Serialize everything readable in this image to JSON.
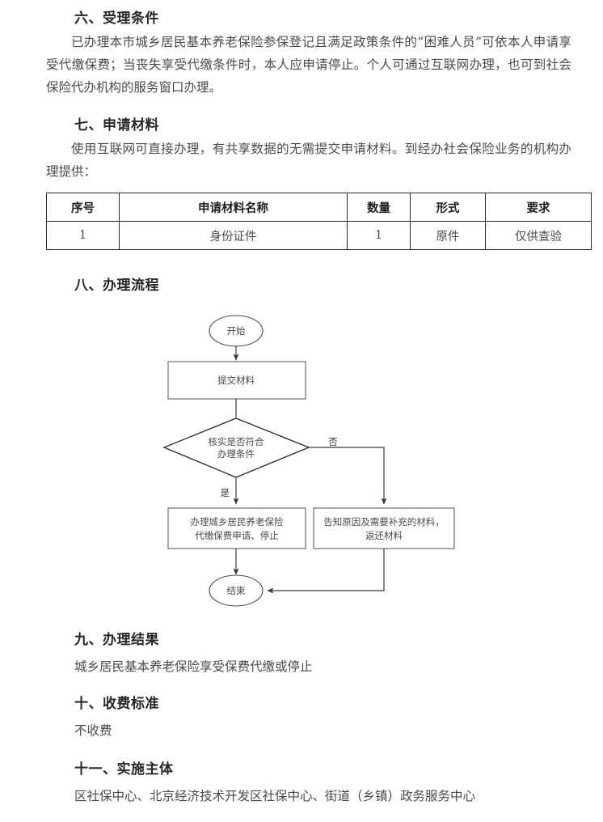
{
  "document": {
    "sections": [
      {
        "id": "acceptance-conditions",
        "heading": "六、受理条件",
        "body": "已办理本市城乡居民基本养老保险参保登记且满足政策条件的“困难人员”可依本人申请享受代缴保费；当丧失享受代缴条件时，本人应申请停止。个人可通过互联网办理，也可到社会保险代办机构的服务窗口办理。"
      },
      {
        "id": "application-materials",
        "heading": "七、申请材料",
        "body": "使用互联网可直接办理，有共享数据的无需提交申请材料。到经办社会保险业务的机构办理提供："
      },
      {
        "id": "process-flow",
        "heading": "八、办理流程"
      },
      {
        "id": "result",
        "heading": "九、办理结果",
        "body": "城乡居民基本养老保险享受保费代缴或停止"
      },
      {
        "id": "fee-standard",
        "heading": "十、收费标准",
        "body": "不收费"
      },
      {
        "id": "implementing-body",
        "heading": "十一、实施主体",
        "body": "区社保中心、北京经济技术开发区社保中心、街道（乡镇）政务服务中心"
      }
    ]
  },
  "materials_table": {
    "headers": [
      "序号",
      "申请材料名称",
      "数量",
      "形式",
      "要求"
    ],
    "rows": [
      [
        "1",
        "身份证件",
        "1",
        "原件",
        "仅供查验"
      ]
    ]
  },
  "flowchart": {
    "nodes": {
      "start": {
        "label": "开始",
        "shape": "ellipse"
      },
      "submit": {
        "label": "提交材料",
        "shape": "rect"
      },
      "decision": {
        "label_line1": "核实是否符合",
        "label_line2": "办理条件",
        "shape": "diamond"
      },
      "approve": {
        "label_line1": "办理城乡居民养老保险",
        "label_line2": "代缴保费申请、停止",
        "shape": "rect"
      },
      "reject": {
        "label_line1": "告知原因及需要补充的材料，",
        "label_line2": "返还材料",
        "shape": "rect"
      },
      "end": {
        "label": "结束",
        "shape": "ellipse"
      }
    },
    "edge_labels": {
      "yes": "是",
      "no": "否"
    },
    "colors": {
      "stroke": "#5a5a5a",
      "diamond_stroke": "#2b2b2b",
      "text": "#4a4a4a"
    }
  }
}
